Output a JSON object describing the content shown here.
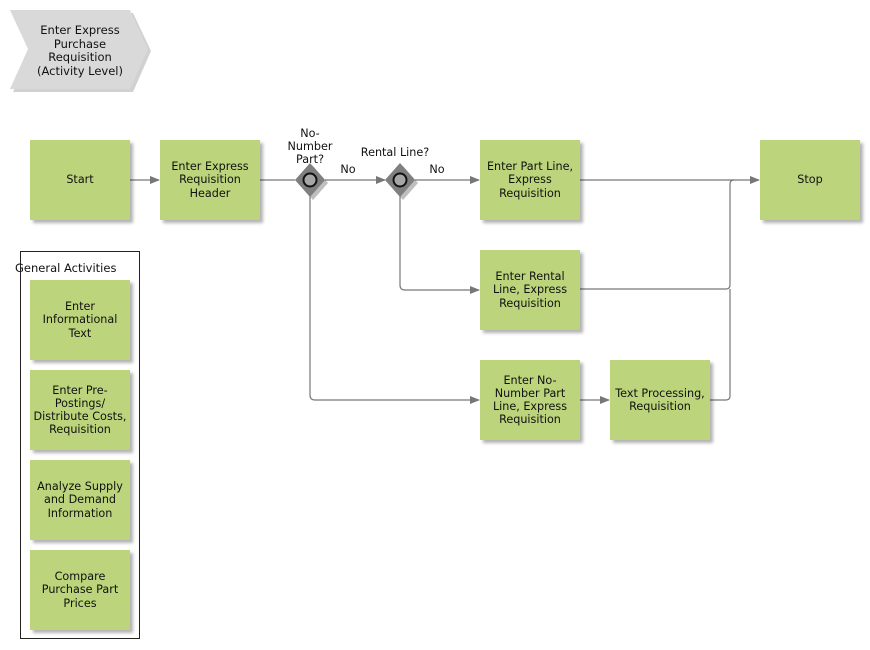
{
  "colors": {
    "box_fill": "#bcd57c",
    "title_fill": "#d9d9d9",
    "connector": "#777777",
    "gateway": "#7f7f7f"
  },
  "title": "Enter Express\nPurchase\nRequisition\n(Activity Level)",
  "nodes": {
    "start": "Start",
    "header": "Enter Express\nRequisition\nHeader",
    "part_line": "Enter Part Line,\nExpress\nRequisition",
    "rental_line": "Enter Rental\nLine, Express\nRequisition",
    "no_number_line": "Enter No-\nNumber Part\nLine, Express\nRequisition",
    "text_processing": "Text Processing,\nRequisition",
    "stop": "Stop"
  },
  "gateways": {
    "no_number": {
      "question": "No-\nNumber\nPart?",
      "branch": "No"
    },
    "rental": {
      "question": "Rental Line?",
      "branch": "No"
    }
  },
  "general": {
    "title": "General Activities",
    "items": [
      "Enter\nInformational\nText",
      "Enter Pre-\nPostings/\nDistribute Costs,\nRequisition",
      "Analyze Supply\nand Demand\nInformation",
      "Compare\nPurchase Part\nPrices"
    ]
  }
}
